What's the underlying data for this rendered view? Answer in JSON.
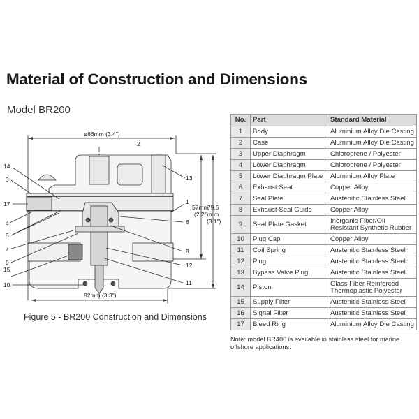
{
  "title": "Material of Construction and Dimensions",
  "model": "Model BR200",
  "figure": {
    "caption": "Figure 5 - BR200 Construction and Dimensions",
    "dim_top": "ø86mm (3.4\")",
    "dim_bottom": "82mm (3.3\")",
    "dim_57a": "57mm",
    "dim_57b": "(2.2\")",
    "dim_795a": "79.5",
    "dim_795b": "mm",
    "dim_795c": "(3.1\")",
    "labels": [
      "1",
      "2",
      "3",
      "4",
      "5",
      "6",
      "7",
      "8",
      "9",
      "10",
      "11",
      "12",
      "13",
      "14",
      "15",
      "17"
    ]
  },
  "table": {
    "headers": [
      "No.",
      "Part",
      "Standard Material"
    ],
    "rows": [
      [
        "1",
        "Body",
        "Aluminium Alloy Die Casting"
      ],
      [
        "2",
        "Case",
        "Aluminium Alloy Die Casting"
      ],
      [
        "3",
        "Upper Diaphragm",
        "Chloroprene / Polyester"
      ],
      [
        "4",
        "Lower Diaphragm",
        "Chloroprene / Polyester"
      ],
      [
        "5",
        "Lower Diaphragm Plate",
        "Aluminium Alloy Plate"
      ],
      [
        "6",
        "Exhaust Seat",
        "Copper Alloy"
      ],
      [
        "7",
        "Seal Plate",
        "Austenitic Stainless Steel"
      ],
      [
        "8",
        "Exhaust Seal Guide",
        "Copper Alloy"
      ],
      [
        "9",
        "Seal Plate Gasket",
        "Inorganic Fiber/Oil Resistant Synthetic Rubber"
      ],
      [
        "10",
        "Plug Cap",
        "Copper Alloy"
      ],
      [
        "11",
        "Coil Spring",
        "Austenitic Stainless Steel"
      ],
      [
        "12",
        "Plug",
        "Austenitic Stainless Steel"
      ],
      [
        "13",
        "Bypass Valve Plug",
        "Austenitic Stainless Steel"
      ],
      [
        "14",
        "Piston",
        "Glass Fiber Reinforced Thermoplastic Polyester"
      ],
      [
        "15",
        "Supply Filter",
        "Austenitic Stainless Steel"
      ],
      [
        "16",
        "Signal Filter",
        "Austenitic Stainless Steel"
      ],
      [
        "17",
        "Bleed Ring",
        "Aluminium Alloy Die Casting"
      ]
    ]
  },
  "note": "Note: model BR400 is available in stainless steel for marine offshore applications."
}
